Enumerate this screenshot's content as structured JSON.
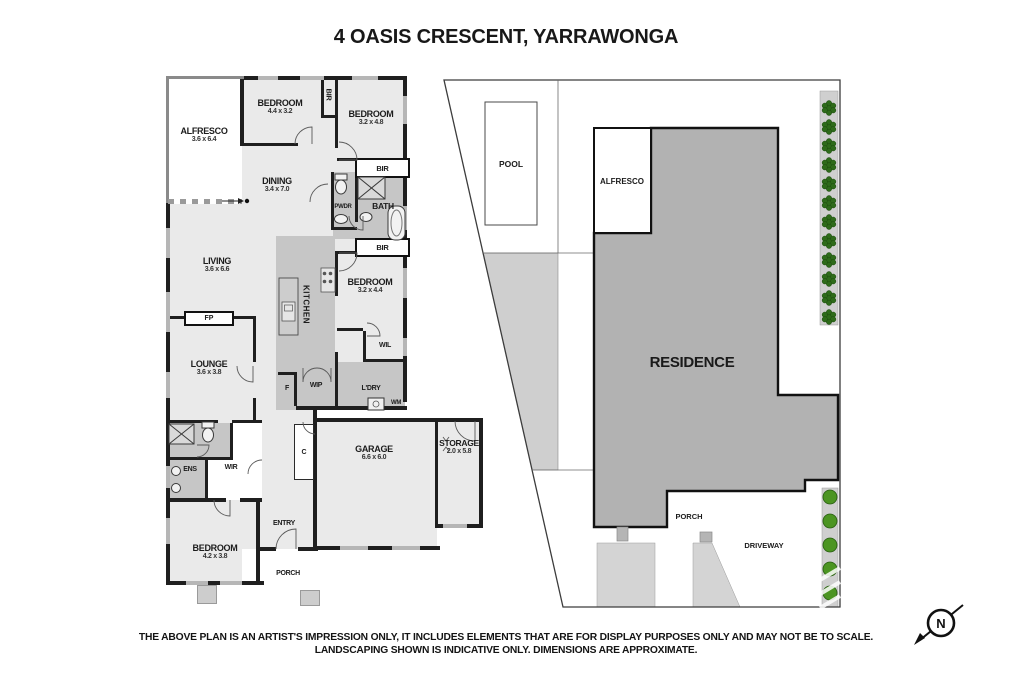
{
  "title": "4 OASIS CRESCENT, YARRAWONGA",
  "floor_plan": {
    "rooms": {
      "alfresco": {
        "name": "ALFRESCO",
        "dims": "3.6 x 6.4"
      },
      "bedroom2": {
        "name": "BEDROOM",
        "dims": "4.4 x 3.2"
      },
      "bedroom3": {
        "name": "BEDROOM",
        "dims": "3.2 x 4.8"
      },
      "bedroom4": {
        "name": "BEDROOM",
        "dims": "3.2 x 4.4"
      },
      "master_bedroom": {
        "name": "BEDROOM",
        "dims": "4.2 x 3.8"
      },
      "dining": {
        "name": "DINING",
        "dims": "3.4 x 7.0"
      },
      "living": {
        "name": "LIVING",
        "dims": "3.6 x 6.6"
      },
      "lounge": {
        "name": "LOUNGE",
        "dims": "3.6 x 3.8"
      },
      "garage": {
        "name": "GARAGE",
        "dims": "6.6 x 6.0"
      },
      "storage": {
        "name": "STORAGE",
        "dims": "2.0 x 5.8"
      },
      "kitchen": {
        "name": "KITCHEN"
      },
      "bir": {
        "name": "BIR"
      },
      "pwdr": {
        "name": "PWDR"
      },
      "bath": {
        "name": "BATH"
      },
      "wil": {
        "name": "WIL"
      },
      "fp": {
        "name": "FP"
      },
      "fridge": {
        "name": "F"
      },
      "wip": {
        "name": "WIP"
      },
      "ldry": {
        "name": "L'DRY"
      },
      "wm": {
        "name": "WM"
      },
      "ens": {
        "name": "ENS"
      },
      "wir": {
        "name": "WIR"
      },
      "cupboard": {
        "name": "C"
      },
      "entry": {
        "name": "ENTRY"
      },
      "porch": {
        "name": "PORCH"
      }
    }
  },
  "site_plan": {
    "labels": {
      "pool": "POOL",
      "alfresco": "ALFRESCO",
      "residence": "RESIDENCE",
      "porch": "PORCH",
      "driveway": "DRIVEWAY"
    }
  },
  "compass": {
    "north_label": "N"
  },
  "disclaimer": {
    "line1": "THE ABOVE PLAN IS AN ARTIST'S IMPRESSION ONLY, IT INCLUDES ELEMENTS THAT ARE FOR DISPLAY PURPOSES ONLY AND MAY NOT BE TO SCALE.",
    "line2": "LANDSCAPING SHOWN IS INDICATIVE ONLY. DIMENSIONS ARE APPROXIMATE."
  },
  "colors": {
    "wall": "#1f1f1f",
    "room_fill": "#eaeaea",
    "wet_area_fill": "#c6c6c6",
    "residence_fill": "#b2b2b2",
    "landscape_strip": "#cfcfcf",
    "tree_green": "#2e6b1a",
    "bush_green": "#4c9522"
  }
}
